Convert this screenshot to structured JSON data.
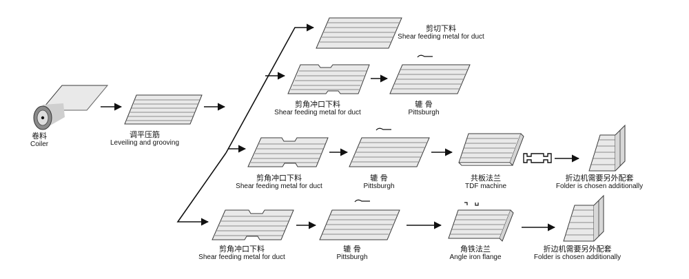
{
  "colors": {
    "line": "#111111",
    "sheet_fill": "#e9e9e9",
    "sheet_edge": "#3a3a3a",
    "stripe": "#6a6a6a"
  },
  "labels": {
    "coiler": {
      "cn": "卷料",
      "en": "Coiler"
    },
    "leveling": {
      "cn": "调平压筋",
      "en": "Leveiling and grooving"
    },
    "shear_cut": {
      "cn": "剪切下料",
      "en": "Shear feeding metal for duct"
    },
    "shear_notch_1": {
      "cn": "剪角冲口下料",
      "en": "Shear feeding metal for duct"
    },
    "pittsburgh_1": {
      "cn": "辘 骨",
      "en": "Pittsburgh"
    },
    "shear_notch_2": {
      "cn": "剪角冲口下料",
      "en": "Shear feeding metal for duct"
    },
    "pittsburgh_2": {
      "cn": "辘 骨",
      "en": "Pittsburgh"
    },
    "tdf": {
      "cn": "共板法兰",
      "en": "TDF machine"
    },
    "folder_1": {
      "cn": "折边机需要另外配套",
      "en": "Folder is chosen additionally"
    },
    "shear_notch_3": {
      "cn": "剪角冲口下料",
      "en": "Shear feeding metal for duct"
    },
    "pittsburgh_3": {
      "cn": "辘 骨",
      "en": "Pittsburgh"
    },
    "angle_iron": {
      "cn": "角铁法兰",
      "en": "Angle iron flange"
    },
    "folder_2": {
      "cn": "折边机需要另外配套",
      "en": "Folder is chosen additionally"
    }
  }
}
